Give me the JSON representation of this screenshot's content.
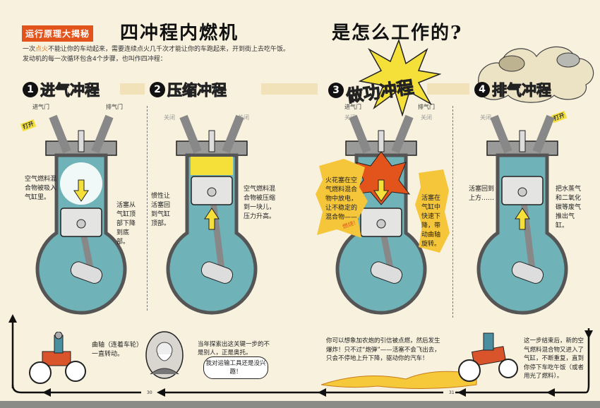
{
  "header": {
    "banner": "运行原理大揭秘",
    "title_left": "四冲程内燃机",
    "title_right": "是怎么工作的?"
  },
  "intro": {
    "part1": "一次",
    "highlight": "点火",
    "part2": "不能让你的车动起来，需要连续点火几千次才能让你的车跑起来，开到街上去吃午饭。发动机的每一次循环包含4个步骤，也叫作四冲程："
  },
  "steps": [
    {
      "num": "1",
      "label": "进气冲程",
      "intake_label": "进气门",
      "exhaust_label": "排气门",
      "intake_state": "打开",
      "exhaust_state": "",
      "note_left": "空气燃料混合物被吸入气缸里。",
      "note_right": "活塞从气缸顶部下降到底部。"
    },
    {
      "num": "2",
      "label": "压缩冲程",
      "intake_state": "关闭",
      "exhaust_state": "关闭",
      "note_left": "惯性让活塞回到气缸顶部。",
      "note_right": "空气燃料混合物被压缩到一块儿，压力升高。"
    },
    {
      "num": "3",
      "label": "做功冲程",
      "intake_label": "进气门",
      "exhaust_label": "排气门",
      "intake_state": "关闭",
      "exhaust_state": "关闭",
      "note_left": "火花塞在空气燃料混合物中放电，让不稳定的混合物——",
      "burn": "燃烧!",
      "note_right": "活塞在气缸中快速下降，带动曲轴旋转。"
    },
    {
      "num": "4",
      "label": "排气冲程",
      "intake_state": "关闭",
      "exhaust_state": "打开",
      "note_left": "活塞回到上方……",
      "note_right": "把水蒸气和二氧化碳等废气推出气缸。"
    }
  ],
  "bottom": {
    "crank_note": "曲轴（连着车轮）一直转动。",
    "otto_caption": "当年探索出这关键一步的不是别人，正是奥托。",
    "otto_speech": "我对运输工具还是没兴趣！",
    "cannon_note": "你可以想象加农炮的引信被点燃，然后发生爆炸！只不过“炮弹”——活塞不会飞出去，只会不停地上升下降，驱动你的汽车！",
    "repeat_note": "这一步结束后，新的空气燃料混合物又进入了气缸，不断重复，直到你停下车吃午饭（或者用光了燃料）。",
    "page_left": "30",
    "page_right": "31"
  },
  "colors": {
    "banner": "#e2541c",
    "teal": "#6fb3b8",
    "yellow": "#f5e03a",
    "orange": "#e2541c",
    "cream": "#f7f1de"
  }
}
